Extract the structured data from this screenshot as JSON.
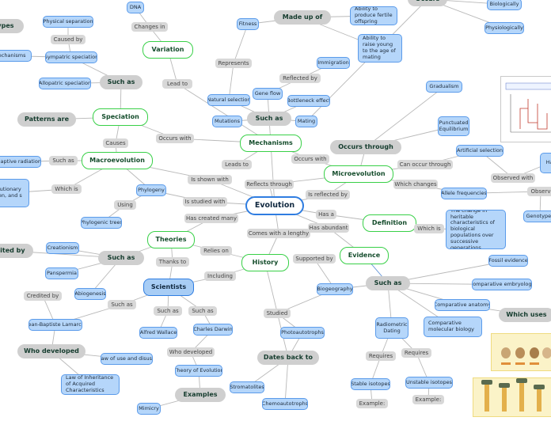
{
  "colors": {
    "line": "#b9b9b9",
    "link_blue": "#5a8fd6",
    "blue_fill": "#b5d6fa",
    "gray_fill": "#d8d8d8",
    "green_border": "#38d047"
  },
  "map": {
    "central": "Evolution",
    "green": {
      "mechanisms": "Mechanisms",
      "variation": "Variation",
      "speciation": "Speciation",
      "macroevolution": "Macroevolution",
      "microevolution": "Microevolution",
      "theories": "Theories",
      "history": "History",
      "definition": "Definition",
      "evidence": "Evidence"
    },
    "scientists": "Scientists",
    "pills": {
      "types": "ypes",
      "patterns_are": "Patterns are",
      "such_as_spec": "Such as",
      "made_up_of": "Made up of",
      "occurs": "Occurs",
      "such_as_mech": "Such as",
      "occurs_through": "Occurs through",
      "credited_by": "dited by",
      "such_as_theories": "Such as",
      "who_developed": "Who developed",
      "such_as_evidence": "Such as",
      "which_uses": "Which uses",
      "dates_back_to": "Dates back to",
      "examples": "Examples"
    },
    "links": {
      "changes_in": "Changes in",
      "lead_to": "Lead to",
      "represents": "Represents",
      "reflected_by": "Reflected by",
      "caused_by": "Caused by",
      "causes": "Causes",
      "occurs_with_1": "Occurs with",
      "occurs_with_2": "Occurs with",
      "such_as_macro": "Such as",
      "which_is_macro": "Which is",
      "using": "Using",
      "leads_to": "Leads to",
      "is_shown_with": "Is shown with",
      "reflects_through": "Reflects through",
      "is_studied_with": "Is studied with",
      "has_created_many": "Has created many",
      "is_reflected_by": "Is reflected by",
      "can_occur_through": "Can occur through",
      "which_changes": "Which changes",
      "observed_with": "Observed with",
      "has_a": "Has a",
      "which_is_def": "Which is",
      "has_abundant": "Has abundant",
      "comes_with_a_lengthy": "Comes with a lengthy",
      "relies_on": "Relies on",
      "thanks_to": "Thanks to",
      "including": "Including",
      "supported_by": "Supported by",
      "such_as_cred": "Such as",
      "such_as_sci_1": "Such as",
      "such_as_sci_2": "Such as",
      "who_developed_l": "Who developed",
      "studied": "Studied",
      "requires_1": "Requires",
      "requires_2": "Requires",
      "example_1": "Example:",
      "example_2": "Example:",
      "credited_by_l": "Credited by",
      "observ_r": "Observ"
    },
    "blue": {
      "dna": "DNA",
      "physical_separation": "Physical separation",
      "mechanisms_left": "mechanisms",
      "sympatric": "Sympatric speciation",
      "allopatric": "Allopatric speciation",
      "fitness": "Fitness",
      "natural_selection": "Natural selection",
      "mutations": "Mutations",
      "gene_flow": "Gene flow",
      "bottleneck": "Bottleneck effect",
      "mating": "Mating",
      "immigration": "Immigration",
      "ability_produce": "Ability to produce fertile offspring",
      "ability_raise": "Ability to raise young to the age of mating",
      "biologically": "Biologically",
      "physiologically": "Physiologically",
      "gradualism": "Gradualism",
      "punctuated": "Punctuated Equilibrium",
      "artificial_selection": "Artificial selection",
      "allele_frequencies": "Allele frequencies",
      "genotypes": "Genotypes",
      "ha_partial": "Ha",
      "adaptive_radiation": "Adaptive radiation",
      "revolutionary_partial": "evolutionary tween, and s",
      "phylogeny": "Phylogeny",
      "phylogenic_trees": "Phylogenic trees",
      "definition_text": "The change in heritable characteristics of biological populations over successive generations.",
      "creationism": "Creationism",
      "panspermia": "Panspermia",
      "abiogenesis": "Abiogenesis",
      "lamarck": "Jean-Baptiste Lamarck",
      "law_use_disuse": "Law of use and disuse",
      "law_inheritance": "Law of Inheritance of Acquired Characteristics",
      "alfred_wallace": "Alfred Wallace",
      "charles_darwin": "Charles Darwin",
      "theory_evolution": "Theory of Evolution",
      "biogeography": "Biogeography",
      "photoautotrophs": "Photoautotrophs",
      "stromatolites": "Stromatolites",
      "chemoautotrophs": "Chemoautotrophs",
      "mimicry": "Mimicry",
      "radiometric": "Radiometric Dating",
      "stable_isotopes": "Stable isotopes",
      "unstable_isotopes": "Unstable isotopes",
      "fossil_evidence": "Fossil evidence",
      "comparative_embryology": "Comparative embryology",
      "comparative_anatomy": "Comparative anatomy",
      "comparative_molecular": "Comparative molecular biology"
    }
  }
}
